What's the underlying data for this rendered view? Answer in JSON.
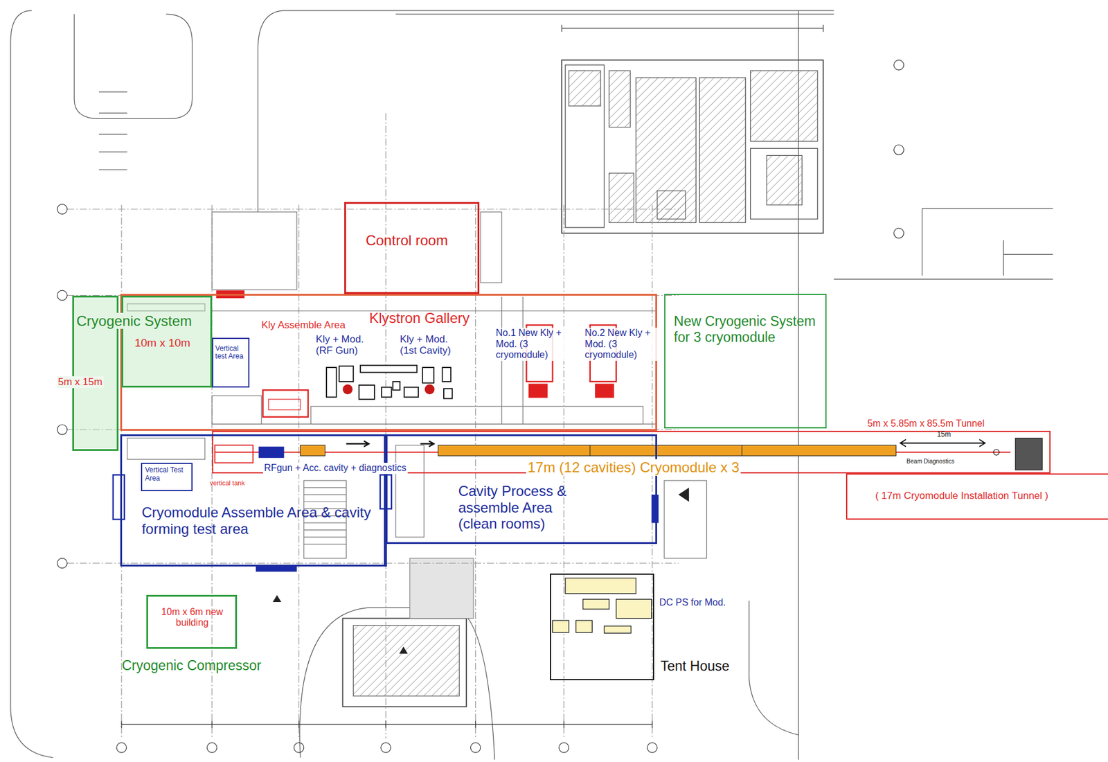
{
  "diagram": {
    "nodes": [
      {
        "text": [
          "Control room"
        ]
      },
      {
        "text": [
          "Klystron Gallery"
        ]
      },
      {
        "text": [
          "5m x 15m"
        ]
      },
      {
        "text": [
          "Cryogenic System",
          "10m x 10m"
        ]
      },
      {
        "text": [
          "Vertical test Area"
        ]
      },
      {
        "text": [
          "New Cryogenic System for 3 cryomodule"
        ]
      },
      {
        "text": [
          "5m x 5.85m x 85.5m Tunnel"
        ]
      },
      {
        "text": [
          "( 17m Cryomodule Installation Tunnel )"
        ]
      },
      {
        "text": [
          "Cryomodule Assemble Area & cavity forming test area"
        ]
      },
      {
        "text": [
          "Vertical Test Area"
        ],
        "in": 8
      },
      {
        "text": [
          "Cavity Process & assemble Area (clean rooms)"
        ]
      },
      {
        "text": [
          "10m x 6m new building",
          "Cryogenic Compressor"
        ]
      },
      {
        "text": [
          "Tent House"
        ]
      }
    ],
    "labels": [
      "Kly Assemble Area",
      "Kly + Mod. (RF Gun)",
      "Kly + Mod. (1st Cavity)",
      "No.1 New Kly + Mod. (3 cryomodule)",
      "No.2 New Kly + Mod. (3 cryomodule)",
      "RFgun + Acc. cavity + diagnostics",
      "vertical tank",
      "17m (12 cavities) Cryomodule x 3",
      "15m",
      "Beam Diagnostics",
      "DC PS for Mod."
    ]
  }
}
